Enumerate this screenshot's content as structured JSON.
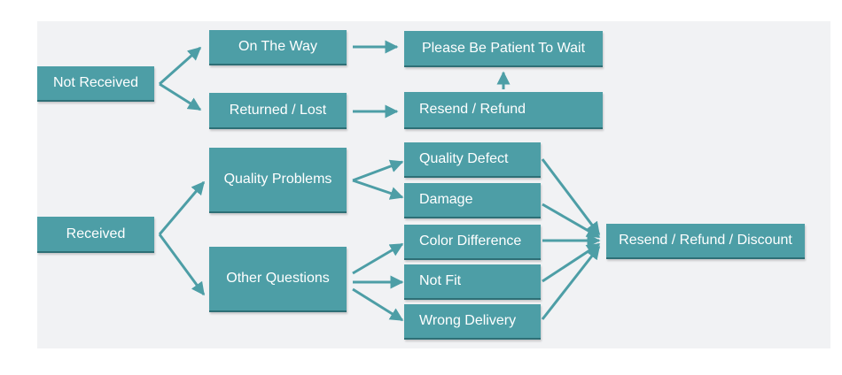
{
  "diagram": {
    "colors": {
      "box_fill": "#4d9ea6",
      "box_border": "#2e6f76",
      "arrow": "#4d9ea6",
      "background": "#f1f2f4"
    },
    "nodes": {
      "not_received": "Not Received",
      "on_the_way": "On The Way",
      "please_wait": "Please Be Patient To Wait",
      "returned_lost": "Returned / Lost",
      "resend_refund": "Resend / Refund",
      "received": "Received",
      "quality_problems": "Quality Problems",
      "other_questions": "Other Questions",
      "quality_defect": "Quality Defect",
      "damage": "Damage",
      "color_difference": "Color Difference",
      "not_fit": "Not Fit",
      "wrong_delivery": "Wrong Delivery",
      "resend_refund_discount": "Resend / Refund / Discount"
    },
    "edges": [
      [
        "not_received",
        "on_the_way"
      ],
      [
        "not_received",
        "returned_lost"
      ],
      [
        "on_the_way",
        "please_wait"
      ],
      [
        "returned_lost",
        "resend_refund"
      ],
      [
        "resend_refund",
        "please_wait"
      ],
      [
        "received",
        "quality_problems"
      ],
      [
        "received",
        "other_questions"
      ],
      [
        "quality_problems",
        "quality_defect"
      ],
      [
        "quality_problems",
        "damage"
      ],
      [
        "other_questions",
        "color_difference"
      ],
      [
        "other_questions",
        "not_fit"
      ],
      [
        "other_questions",
        "wrong_delivery"
      ],
      [
        "quality_defect",
        "resend_refund_discount"
      ],
      [
        "damage",
        "resend_refund_discount"
      ],
      [
        "color_difference",
        "resend_refund_discount"
      ],
      [
        "not_fit",
        "resend_refund_discount"
      ],
      [
        "wrong_delivery",
        "resend_refund_discount"
      ]
    ]
  }
}
